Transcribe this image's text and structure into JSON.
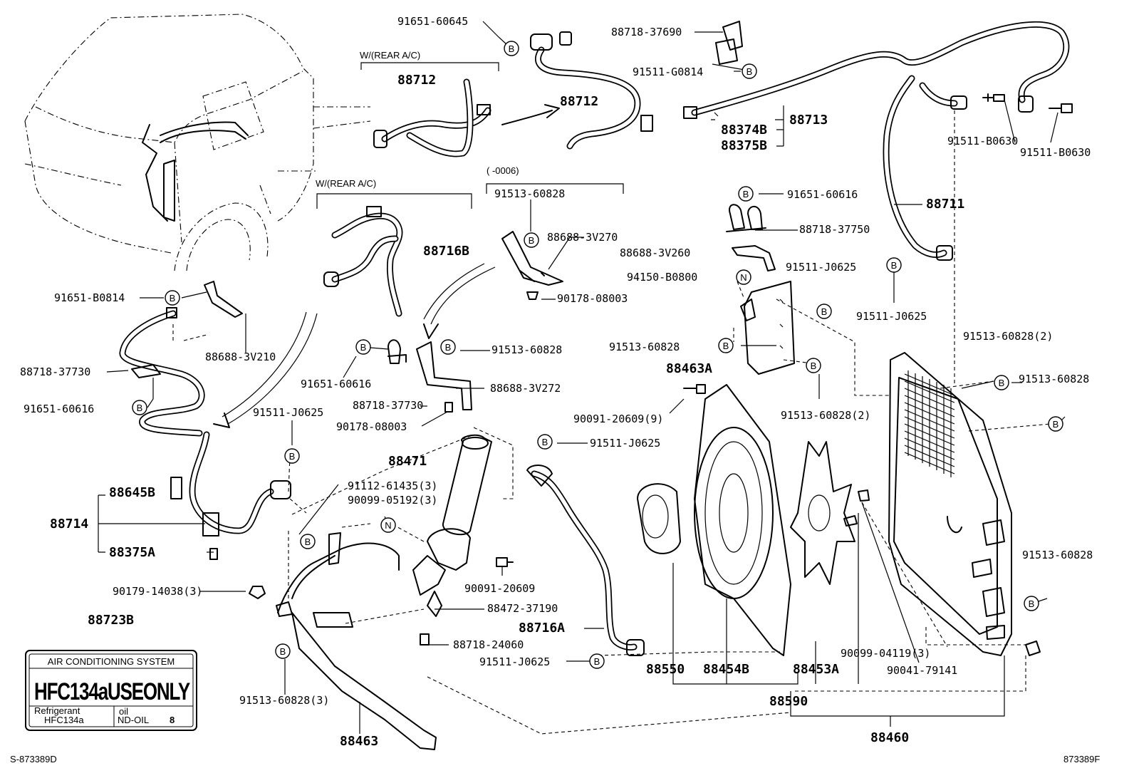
{
  "diagram": {
    "doc_id_left": "S-873389D",
    "doc_id_right": "873389F",
    "groups": {
      "rear_ac_1": "W/(REAR A/C)",
      "rear_ac_2": "W/(REAR A/C)",
      "date_range": "(        -0006)"
    },
    "labels": {
      "p9165160645": "91651-60645",
      "p8871837690": "88718-37690",
      "p91511G0814": "91511-G0814",
      "p88712a": "88712",
      "p88712b": "88712",
      "p88713": "88713",
      "p88374B": "88374B",
      "p88375B": "88375B",
      "p91511B0630a": "91511-B0630",
      "p91511B0630b": "91511-B0630",
      "p9151360828_top": "91513-60828",
      "p88688_3V270": "88688-3V270",
      "p9017808003a": "90178-08003",
      "p9165160616a": "91651-60616",
      "p8871837750": "88718-37750",
      "p88688_3V260": "88688-3V260",
      "p94150B0800": "94150-B0800",
      "p91511J0625a": "91511-J0625",
      "p88711": "88711",
      "p91511J0625b": "91511-J0625",
      "p88716B": "88716B",
      "p91651B0814": "91651-B0814",
      "p88688_3V210": "88688-3V210",
      "p8871837730a": "88718-37730",
      "p9165160616b": "91651-60616",
      "p9165160616c": "91651-60616",
      "p9151360828_b": "91513-60828",
      "p88688_3V272": "88688-3V272",
      "p8871837730b": "88718-37730",
      "p9017808003b": "90178-08003",
      "p9151360828_c": "91513-60828",
      "p88463A": "88463A",
      "p9151360828_2a": "91513-60828(2)",
      "p9151360828_2b": "91513-60828(2)",
      "p9151360828_d": "91513-60828",
      "p9009120609_9": "90091-20609(9)",
      "p91511J0625c": "91511-J0625",
      "p91511J0625d": "91511-J0625",
      "p88471": "88471",
      "p9111261435_3": "91112-61435(3)",
      "p9009905192_3": "90099-05192(3)",
      "p88645B": "88645B",
      "p88714": "88714",
      "p88375A": "88375A",
      "p9017914038_3": "90179-14038(3)",
      "p9009120609": "90091-20609",
      "p8847237190": "88472-37190",
      "p88716A": "88716A",
      "p8871824060": "88718-24060",
      "p91511J0625e": "91511-J0625",
      "p88723B": "88723B",
      "p9151360828_3": "91513-60828(3)",
      "p88463": "88463",
      "p88550": "88550",
      "p88454B": "88454B",
      "p88453A": "88453A",
      "p9009904119_3": "90099-04119(3)",
      "p9004179141": "90041-79141",
      "p88590": "88590",
      "p88460": "88460",
      "p9151360828_e": "91513-60828"
    },
    "markers": {
      "b": "B",
      "n": "N"
    },
    "plate": {
      "header": "AIR CONDITIONING SYSTEM",
      "main": "HFC134aUSEONLY",
      "refrigerant_label": "Refrigerant",
      "refrigerant_value": "HFC134a",
      "oil_label": "oil",
      "oil_value": "ND-OIL",
      "oil_number": "8"
    }
  }
}
